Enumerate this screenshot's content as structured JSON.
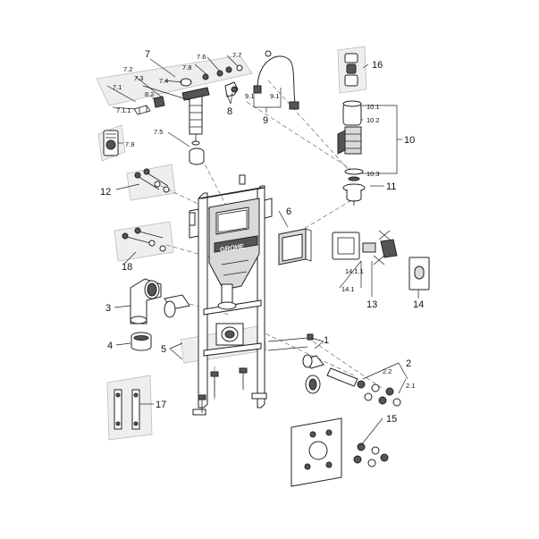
{
  "brand": "GROHE",
  "labels": {
    "l1": "1",
    "l2": "2",
    "l2_1": "2.1",
    "l2_2": "2.2",
    "l3": "3",
    "l4": "4",
    "l5": "5",
    "l6": "6",
    "l7": "7",
    "l7_1": "7.1",
    "l7_1_1": "7.1.1",
    "l7_2": "7.2",
    "l7_3": "7.3",
    "l7_4": "7.4",
    "l7_5": "7.5",
    "l7_6": "7.6",
    "l7_7": "7.7",
    "l7_8": "7.8",
    "l7_9": "7.9",
    "l8": "8",
    "l8_2": "8.2",
    "l9": "9",
    "l9_1a": "9.1",
    "l9_1b": "9.1",
    "l10": "10",
    "l10_1": "10.1",
    "l10_2": "10.2",
    "l10_3": "10.3",
    "l11": "11",
    "l12": "12",
    "l13": "13",
    "l14": "14",
    "l14_1": "14.1",
    "l14_1_1": "14.1.1",
    "l15": "15",
    "l16": "16",
    "l17": "17",
    "l18": "18"
  }
}
